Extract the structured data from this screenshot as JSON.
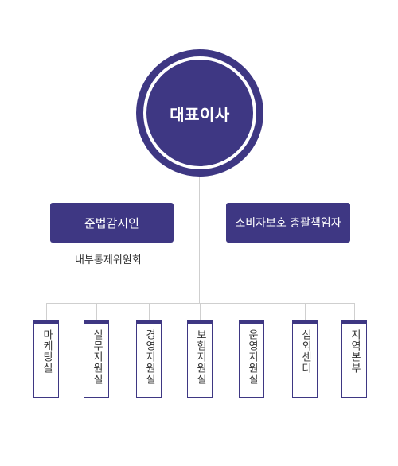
{
  "ceo": {
    "label": "대표이사"
  },
  "left_box": {
    "label": "준법감시인"
  },
  "left_sub": {
    "label": "내부통제위원회"
  },
  "right_box": {
    "label": "소비자보호 총괄책임자"
  },
  "departments": [
    {
      "label": "마케팅실"
    },
    {
      "label": "실무지원실"
    },
    {
      "label": "경영지원실"
    },
    {
      "label": "보험지원실"
    },
    {
      "label": "운영지원실"
    },
    {
      "label": "섭외센터"
    },
    {
      "label": "지역본부"
    }
  ],
  "colors": {
    "primary": "#3e3783",
    "line": "#cfcfcf"
  }
}
